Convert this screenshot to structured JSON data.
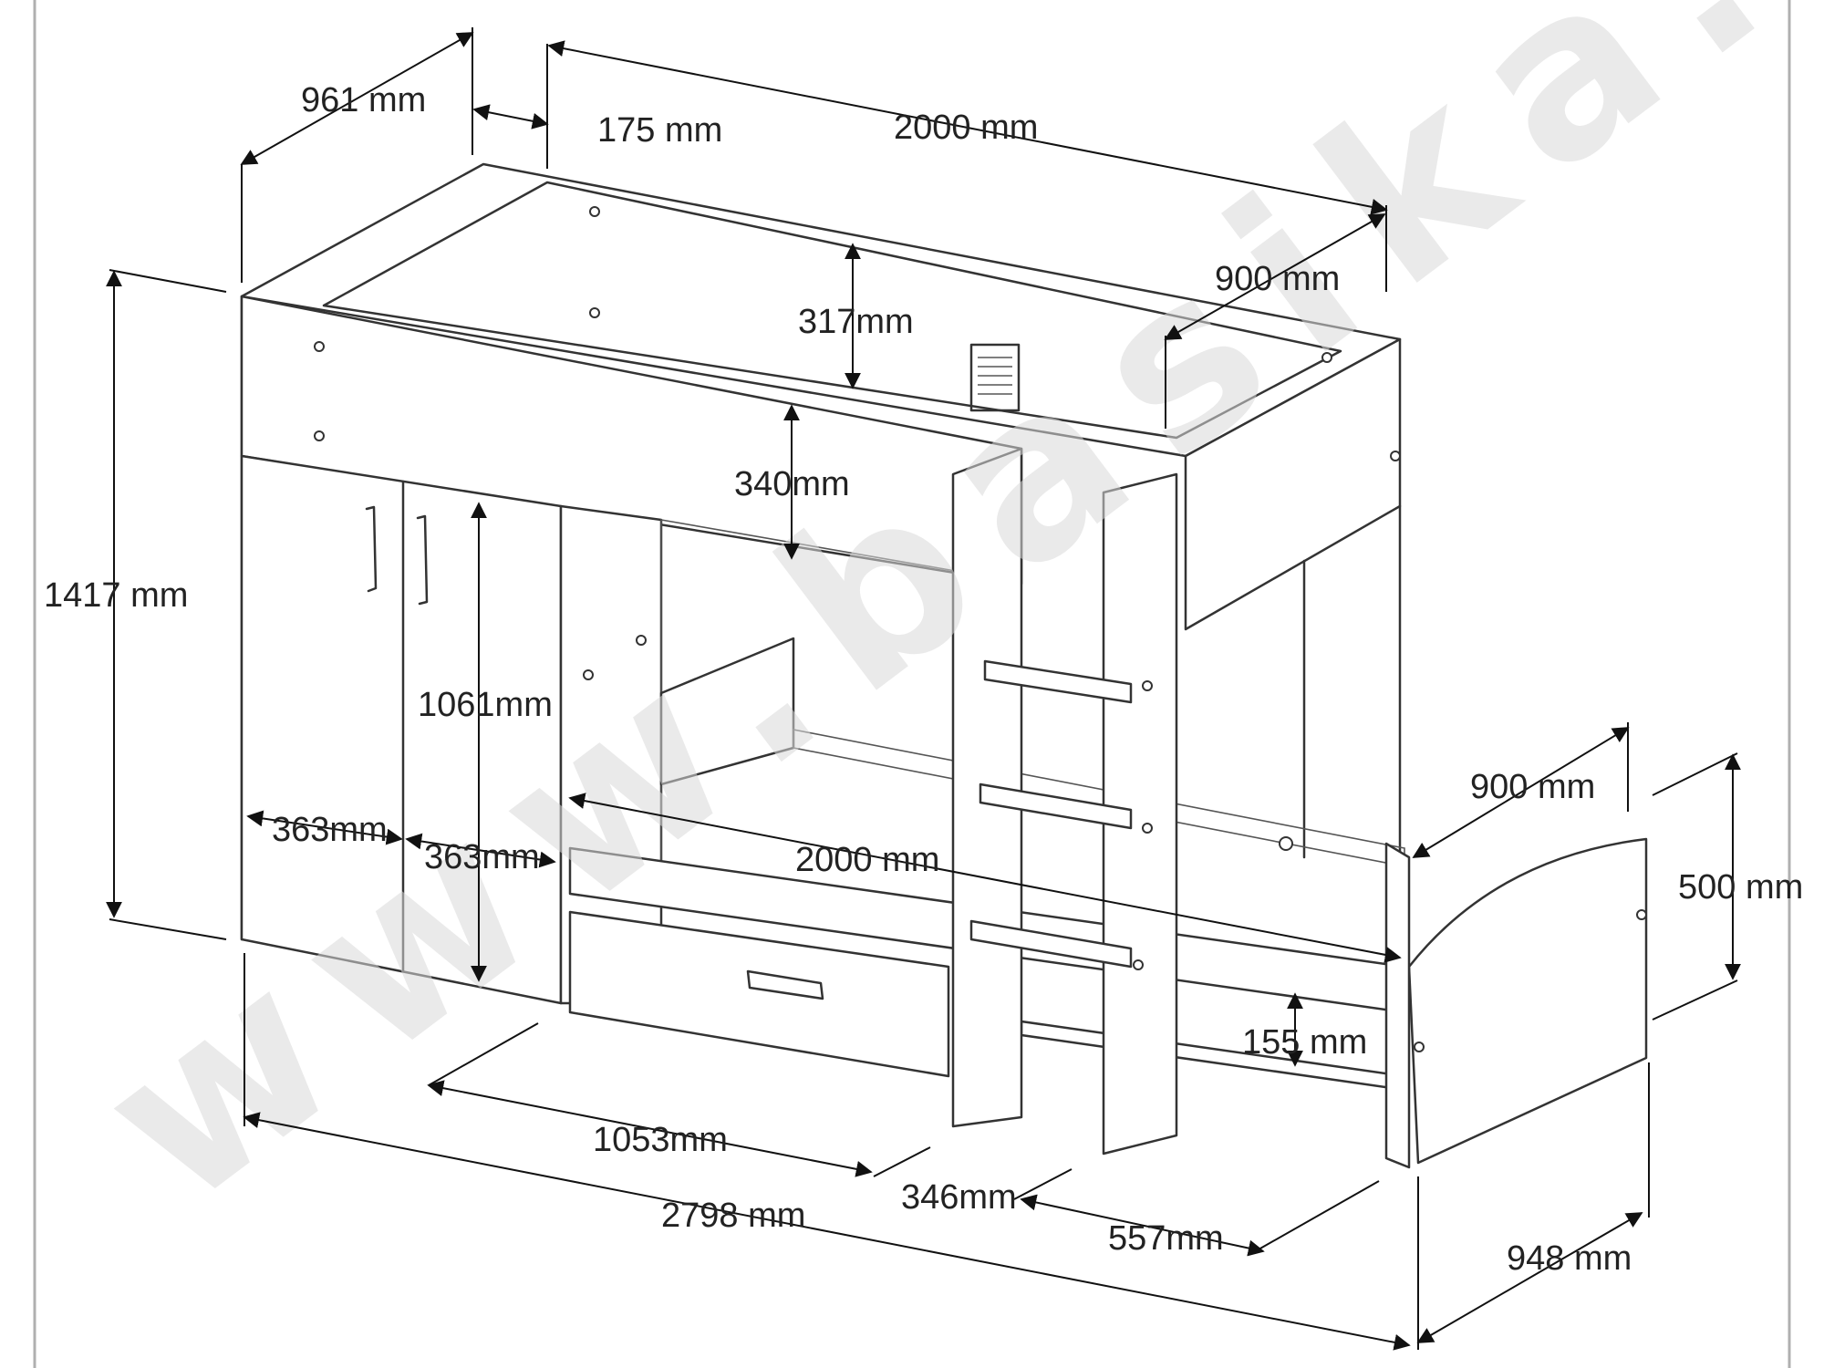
{
  "watermark": "www.basika.fr",
  "dimensions": {
    "top_depth": "961 mm",
    "top_offset": "175 mm",
    "top_length": "2000 mm",
    "top_width": "900 mm",
    "guard_height": "317mm",
    "bed_clearance": "340mm",
    "total_height": "1417 mm",
    "wardrobe_height": "1061mm",
    "door_width_left": "363mm",
    "door_width_right": "363mm",
    "lower_bed_length": "2000 mm",
    "lower_bed_width": "900 mm",
    "footboard_height": "500 mm",
    "lower_rail_height": "155 mm",
    "cabinet_length": "1053mm",
    "ladder_width": "346mm",
    "ladder_offset": "557mm",
    "total_length": "2798 mm",
    "total_depth": "948 mm"
  }
}
